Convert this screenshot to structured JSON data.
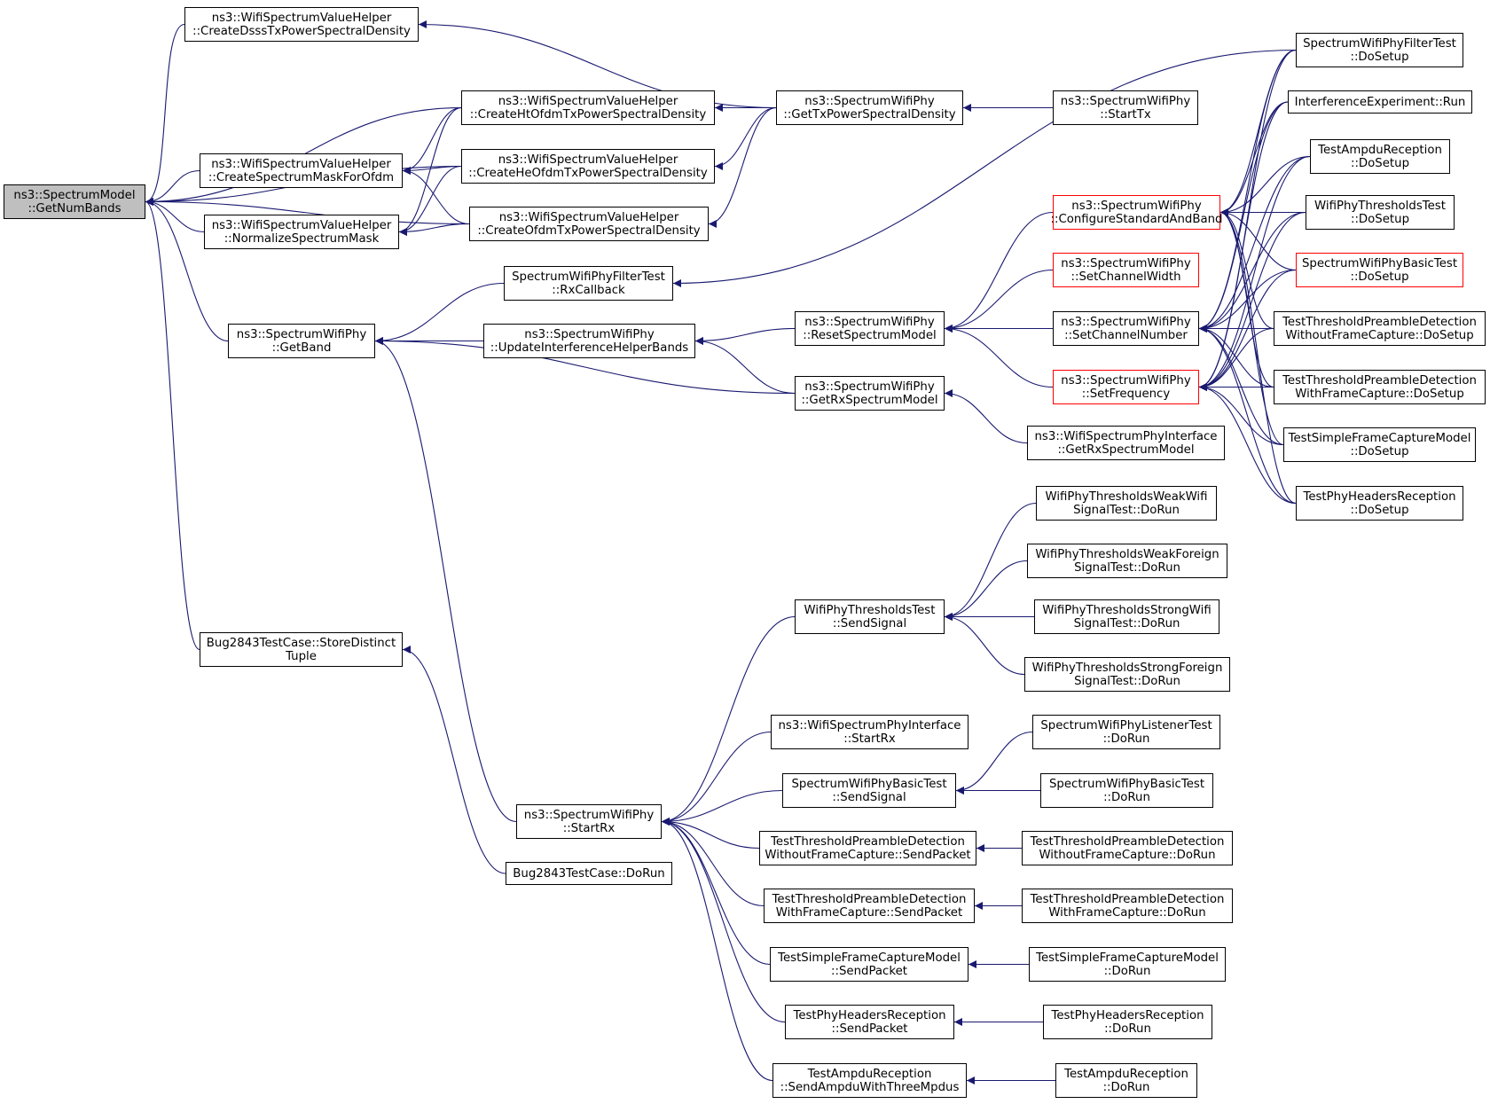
{
  "colors": {
    "edge": "#191970",
    "border": "#000000",
    "truncated_border": "#ff0000",
    "root_fill": "#bfbfbf",
    "node_fill": "#ffffff"
  },
  "nodes": {
    "root": {
      "lines": [
        "ns3::SpectrumModel",
        "::GetNumBands"
      ]
    },
    "createDsss": {
      "lines": [
        "ns3::WifiSpectrumValueHelper",
        "::CreateDsssTxPowerSpectralDensity"
      ]
    },
    "createHt": {
      "lines": [
        "ns3::WifiSpectrumValueHelper",
        "::CreateHtOfdmTxPowerSpectralDensity"
      ]
    },
    "createMask": {
      "lines": [
        "ns3::WifiSpectrumValueHelper",
        "::CreateSpectrumMaskForOfdm"
      ]
    },
    "createHe": {
      "lines": [
        "ns3::WifiSpectrumValueHelper",
        "::CreateHeOfdmTxPowerSpectralDensity"
      ]
    },
    "normalize": {
      "lines": [
        "ns3::WifiSpectrumValueHelper",
        "::NormalizeSpectrumMask"
      ]
    },
    "createOfdm": {
      "lines": [
        "ns3::WifiSpectrumValueHelper",
        "::CreateOfdmTxPowerSpectralDensity"
      ]
    },
    "getTxPsd": {
      "lines": [
        "ns3::SpectrumWifiPhy",
        "::GetTxPowerSpectralDensity"
      ]
    },
    "startTx": {
      "lines": [
        "ns3::SpectrumWifiPhy",
        "::StartTx"
      ]
    },
    "filterRxCb": {
      "lines": [
        "SpectrumWifiPhyFilterTest",
        "::RxCallback"
      ]
    },
    "getBand": {
      "lines": [
        "ns3::SpectrumWifiPhy",
        "::GetBand"
      ]
    },
    "updateIhb": {
      "lines": [
        "ns3::SpectrumWifiPhy",
        "::UpdateInterferenceHelperBands"
      ]
    },
    "resetSm": {
      "lines": [
        "ns3::SpectrumWifiPhy",
        "::ResetSpectrumModel"
      ]
    },
    "getRxSm": {
      "lines": [
        "ns3::SpectrumWifiPhy",
        "::GetRxSpectrumModel"
      ]
    },
    "configStd": {
      "lines": [
        "ns3::SpectrumWifiPhy",
        "::ConfigureStandardAndBand"
      ],
      "truncated": true
    },
    "setChWidth": {
      "lines": [
        "ns3::SpectrumWifiPhy",
        "::SetChannelWidth"
      ],
      "truncated": true
    },
    "setChNum": {
      "lines": [
        "ns3::SpectrumWifiPhy",
        "::SetChannelNumber"
      ]
    },
    "setFreq": {
      "lines": [
        "ns3::SpectrumWifiPhy",
        "::SetFrequency"
      ],
      "truncated": true
    },
    "ifGetRxSm": {
      "lines": [
        "ns3::WifiSpectrumPhyInterface",
        "::GetRxSpectrumModel"
      ]
    },
    "filterDoSetup": {
      "lines": [
        "SpectrumWifiPhyFilterTest",
        "::DoSetup"
      ]
    },
    "interfRun": {
      "lines": [
        "InterferenceExperiment::Run"
      ]
    },
    "ampduDoSetup": {
      "lines": [
        "TestAmpduReception",
        "::DoSetup"
      ]
    },
    "thrDoSetup": {
      "lines": [
        "WifiPhyThresholdsTest",
        "::DoSetup"
      ]
    },
    "basicDoSetup": {
      "lines": [
        "SpectrumWifiPhyBasicTest",
        "::DoSetup"
      ],
      "truncated": true
    },
    "tpdWoDoSetup": {
      "lines": [
        "TestThresholdPreambleDetection",
        "WithoutFrameCapture::DoSetup"
      ]
    },
    "tpdWDoSetup": {
      "lines": [
        "TestThresholdPreambleDetection",
        "WithFrameCapture::DoSetup"
      ]
    },
    "sfcmDoSetup": {
      "lines": [
        "TestSimpleFrameCaptureModel",
        "::DoSetup"
      ]
    },
    "phrDoSetup": {
      "lines": [
        "TestPhyHeadersReception",
        "::DoSetup"
      ]
    },
    "bugStore": {
      "lines": [
        "Bug2843TestCase::StoreDistinct",
        "Tuple"
      ]
    },
    "bugDoRun": {
      "lines": [
        "Bug2843TestCase::DoRun"
      ]
    },
    "startRx": {
      "lines": [
        "ns3::SpectrumWifiPhy",
        "::StartRx"
      ]
    },
    "thrSend": {
      "lines": [
        "WifiPhyThresholdsTest",
        "::SendSignal"
      ]
    },
    "weakWifi": {
      "lines": [
        "WifiPhyThresholdsWeakWifi",
        "SignalTest::DoRun"
      ]
    },
    "weakForeign": {
      "lines": [
        "WifiPhyThresholdsWeakForeign",
        "SignalTest::DoRun"
      ]
    },
    "strongWifi": {
      "lines": [
        "WifiPhyThresholdsStrongWifi",
        "SignalTest::DoRun"
      ]
    },
    "strongForeign": {
      "lines": [
        "WifiPhyThresholdsStrongForeign",
        "SignalTest::DoRun"
      ]
    },
    "ifStartRx": {
      "lines": [
        "ns3::WifiSpectrumPhyInterface",
        "::StartRx"
      ]
    },
    "basicSend": {
      "lines": [
        "SpectrumWifiPhyBasicTest",
        "::SendSignal"
      ]
    },
    "listenerDoRun": {
      "lines": [
        "SpectrumWifiPhyListenerTest",
        "::DoRun"
      ]
    },
    "basicDoRun": {
      "lines": [
        "SpectrumWifiPhyBasicTest",
        "::DoRun"
      ]
    },
    "tpdWoSend": {
      "lines": [
        "TestThresholdPreambleDetection",
        "WithoutFrameCapture::SendPacket"
      ]
    },
    "tpdWoDoRun": {
      "lines": [
        "TestThresholdPreambleDetection",
        "WithoutFrameCapture::DoRun"
      ]
    },
    "tpdWSend": {
      "lines": [
        "TestThresholdPreambleDetection",
        "WithFrameCapture::SendPacket"
      ]
    },
    "tpdWDoRun": {
      "lines": [
        "TestThresholdPreambleDetection",
        "WithFrameCapture::DoRun"
      ]
    },
    "sfcmSend": {
      "lines": [
        "TestSimpleFrameCaptureModel",
        "::SendPacket"
      ]
    },
    "sfcmDoRun": {
      "lines": [
        "TestSimpleFrameCaptureModel",
        "::DoRun"
      ]
    },
    "phrSend": {
      "lines": [
        "TestPhyHeadersReception",
        "::SendPacket"
      ]
    },
    "phrDoRun": {
      "lines": [
        "TestPhyHeadersReception",
        "::DoRun"
      ]
    },
    "ampduSend": {
      "lines": [
        "TestAmpduReception",
        "::SendAmpduWithThreeMpdus"
      ]
    },
    "ampduDoRun": {
      "lines": [
        "TestAmpduReception",
        "::DoRun"
      ]
    }
  },
  "edges": [
    [
      "createDsss",
      "root"
    ],
    [
      "createHt",
      "root"
    ],
    [
      "createMask",
      "root"
    ],
    [
      "createHe",
      "root"
    ],
    [
      "normalize",
      "root"
    ],
    [
      "createOfdm",
      "root"
    ],
    [
      "getBand",
      "root"
    ],
    [
      "bugStore",
      "root"
    ],
    [
      "getTxPsd",
      "createDsss"
    ],
    [
      "getTxPsd",
      "createHt"
    ],
    [
      "getTxPsd",
      "createOfdm"
    ],
    [
      "createHt",
      "createMask"
    ],
    [
      "createHe",
      "createMask"
    ],
    [
      "createOfdm",
      "createMask"
    ],
    [
      "createHt",
      "normalize"
    ],
    [
      "createHe",
      "normalize"
    ],
    [
      "createOfdm",
      "normalize"
    ],
    [
      "getTxPsd",
      "createHe"
    ],
    [
      "startTx",
      "getTxPsd"
    ],
    [
      "filterRxCb",
      "getBand"
    ],
    [
      "updateIhb",
      "getBand"
    ],
    [
      "getRxSm",
      "getBand"
    ],
    [
      "startRx",
      "getBand"
    ],
    [
      "resetSm",
      "updateIhb"
    ],
    [
      "getRxSm",
      "updateIhb"
    ],
    [
      "configStd",
      "resetSm"
    ],
    [
      "setChWidth",
      "resetSm"
    ],
    [
      "setChNum",
      "resetSm"
    ],
    [
      "setFreq",
      "resetSm"
    ],
    [
      "ifGetRxSm",
      "getRxSm"
    ],
    [
      "filterDoSetup",
      "filterRxCb"
    ],
    [
      "filterDoSetup",
      "configStd"
    ],
    [
      "interfRun",
      "configStd"
    ],
    [
      "ampduDoSetup",
      "configStd"
    ],
    [
      "thrDoSetup",
      "configStd"
    ],
    [
      "basicDoSetup",
      "configStd"
    ],
    [
      "tpdWoDoSetup",
      "configStd"
    ],
    [
      "tpdWDoSetup",
      "configStd"
    ],
    [
      "sfcmDoSetup",
      "configStd"
    ],
    [
      "phrDoSetup",
      "configStd"
    ],
    [
      "filterDoSetup",
      "setChNum"
    ],
    [
      "interfRun",
      "setChNum"
    ],
    [
      "ampduDoSetup",
      "setChNum"
    ],
    [
      "thrDoSetup",
      "setChNum"
    ],
    [
      "basicDoSetup",
      "setChNum"
    ],
    [
      "tpdWoDoSetup",
      "setChNum"
    ],
    [
      "tpdWDoSetup",
      "setChNum"
    ],
    [
      "sfcmDoSetup",
      "setChNum"
    ],
    [
      "phrDoSetup",
      "setChNum"
    ],
    [
      "filterDoSetup",
      "setFreq"
    ],
    [
      "interfRun",
      "setFreq"
    ],
    [
      "ampduDoSetup",
      "setFreq"
    ],
    [
      "thrDoSetup",
      "setFreq"
    ],
    [
      "basicDoSetup",
      "setFreq"
    ],
    [
      "tpdWoDoSetup",
      "setFreq"
    ],
    [
      "tpdWDoSetup",
      "setFreq"
    ],
    [
      "sfcmDoSetup",
      "setFreq"
    ],
    [
      "phrDoSetup",
      "setFreq"
    ],
    [
      "bugDoRun",
      "bugStore"
    ],
    [
      "thrSend",
      "startRx"
    ],
    [
      "ifStartRx",
      "startRx"
    ],
    [
      "basicSend",
      "startRx"
    ],
    [
      "tpdWoSend",
      "startRx"
    ],
    [
      "tpdWSend",
      "startRx"
    ],
    [
      "sfcmSend",
      "startRx"
    ],
    [
      "phrSend",
      "startRx"
    ],
    [
      "ampduSend",
      "startRx"
    ],
    [
      "weakWifi",
      "thrSend"
    ],
    [
      "weakForeign",
      "thrSend"
    ],
    [
      "strongWifi",
      "thrSend"
    ],
    [
      "strongForeign",
      "thrSend"
    ],
    [
      "listenerDoRun",
      "basicSend"
    ],
    [
      "basicDoRun",
      "basicSend"
    ],
    [
      "tpdWoDoRun",
      "tpdWoSend"
    ],
    [
      "tpdWDoRun",
      "tpdWSend"
    ],
    [
      "sfcmDoRun",
      "sfcmSend"
    ],
    [
      "phrDoRun",
      "phrSend"
    ],
    [
      "ampduDoRun",
      "ampduSend"
    ]
  ]
}
